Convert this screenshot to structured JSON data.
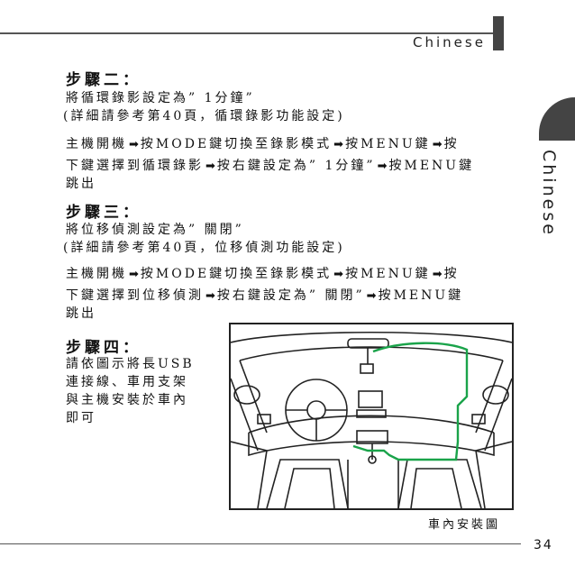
{
  "header": {
    "language": "Chinese"
  },
  "side_tab": {
    "language": "Chinese"
  },
  "step2": {
    "heading": "步驟二：",
    "line1": "將循環錄影設定為” 1分鐘”",
    "line2": "(詳細請參考第40頁，循環錄影功能設定)",
    "instr_a1": "主機開機",
    "instr_a2": "按MODE鍵切換至錄影模式",
    "instr_a3": "按MENU鍵",
    "instr_a4": "按",
    "instr_b1": "下鍵選擇到循環錄影",
    "instr_b2": "按右鍵設定為” 1分鐘”",
    "instr_b3": "按MENU鍵",
    "instr_c": "跳出"
  },
  "step3": {
    "heading": "步驟三：",
    "line1": "將位移偵測設定為” 關閉”",
    "line2": "(詳細請參考第40頁，位移偵測功能設定)",
    "instr_a1": "主機開機",
    "instr_a2": "按MODE鍵切換至錄影模式",
    "instr_a3": "按MENU鍵",
    "instr_a4": "按",
    "instr_b1": "下鍵選擇到位移偵測",
    "instr_b2": "按右鍵設定為” 關閉”",
    "instr_b3": "按MENU鍵",
    "instr_c": "跳出"
  },
  "step4": {
    "heading": "步驟四：",
    "lines": [
      "請依圖示將長USB",
      "連接線、車用支架",
      "與主機安裝於車內",
      "即可"
    ]
  },
  "illustration": {
    "caption": "車內安裝圖",
    "cable_color": "#1aa34a"
  },
  "footer": {
    "page_number": "34"
  },
  "colors": {
    "tab": "#444444",
    "rule": "#555555"
  }
}
